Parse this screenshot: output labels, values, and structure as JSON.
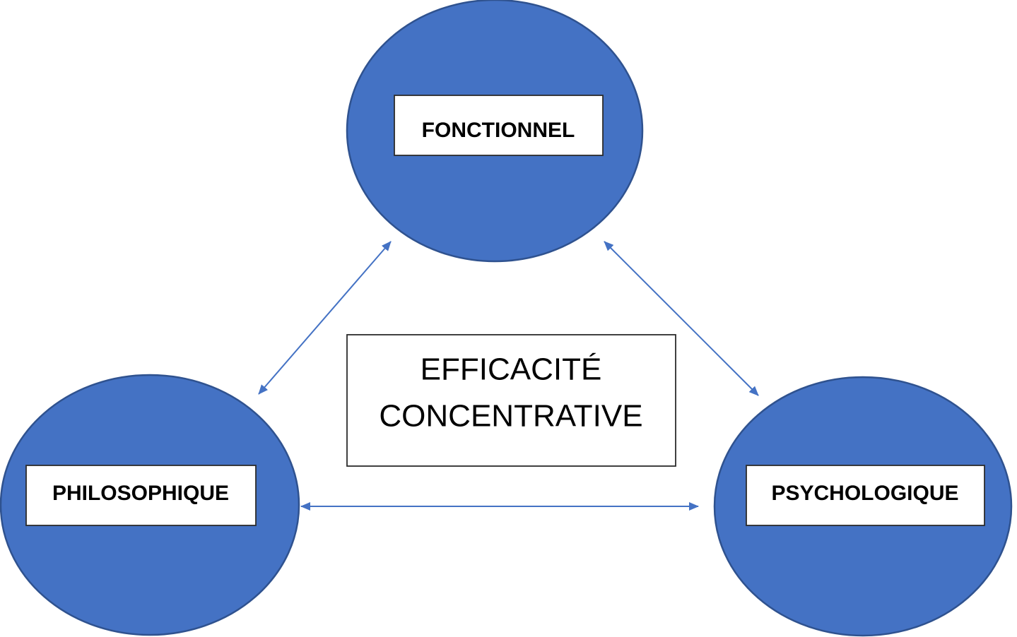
{
  "colors": {
    "node_fill": "#4472c4",
    "arrow": "#4472c4",
    "text": "#000000",
    "box_fill": "#ffffff"
  },
  "nodes": {
    "top": {
      "label": "FONCTIONNEL"
    },
    "left": {
      "label": "PHILOSOPHIQUE"
    },
    "right": {
      "label": "PSYCHOLOGIQUE"
    }
  },
  "center": {
    "line1": "EFFICACITÉ",
    "line2": "CONCENTRATIVE"
  },
  "connections": [
    {
      "from": "top",
      "to": "left",
      "type": "bidirectional"
    },
    {
      "from": "top",
      "to": "right",
      "type": "bidirectional"
    },
    {
      "from": "left",
      "to": "right",
      "type": "bidirectional"
    }
  ]
}
